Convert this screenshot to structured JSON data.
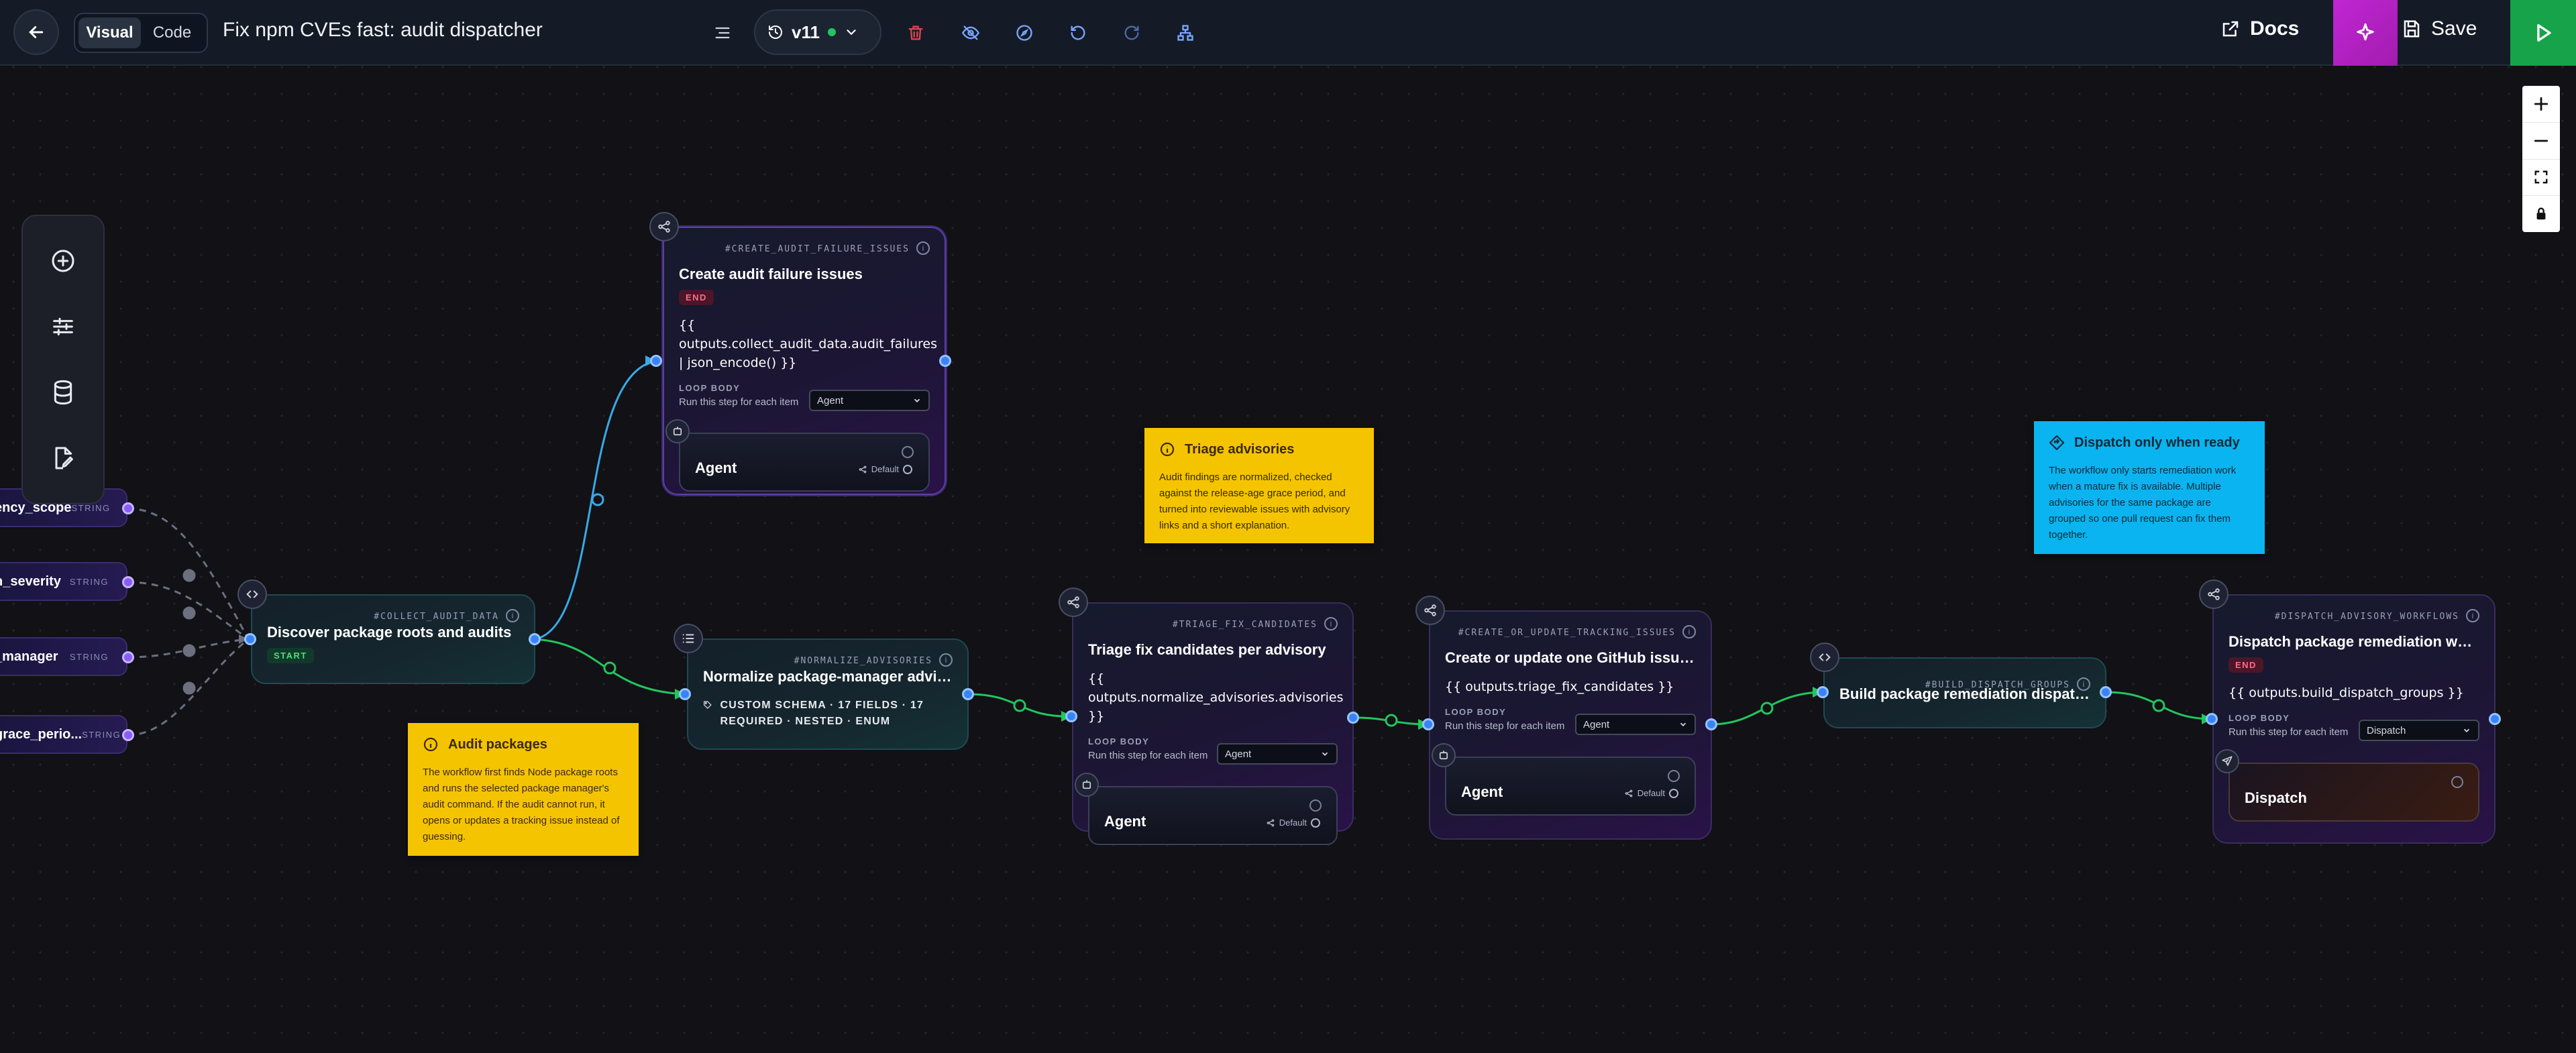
{
  "header": {
    "title": "Fix npm CVEs fast: audit dispatcher",
    "mode_visual": "Visual",
    "mode_code": "Code",
    "version": "v11",
    "docs_label": "Docs",
    "save_label": "Save"
  },
  "colors": {
    "accent_magenta": "#c026d3",
    "run_green": "#16a34a",
    "edge_green": "#22c55e",
    "edge_blue": "#38a9e6",
    "note_yellow": "#f5c400",
    "note_blue": "#0ab4f0"
  },
  "palette": [
    "plus-circle-icon",
    "sliders-icon",
    "database-icon",
    "file-edit-icon"
  ],
  "inputs": [
    {
      "name": "ency_scope",
      "type": "STRING"
    },
    {
      "name": "n_severity",
      "type": "STRING"
    },
    {
      "name": "_manager",
      "type": "STRING"
    },
    {
      "name": "grace_perio...",
      "type": "STRING"
    }
  ],
  "nodes": {
    "collect": {
      "id": "#COLLECT_AUDIT_DATA",
      "title": "Discover package roots and audits",
      "badge": "START"
    },
    "failure": {
      "id": "#CREATE_AUDIT_FAILURE_ISSUES",
      "title": "Create audit failure issues",
      "badge": "END",
      "expr": "{{ outputs.collect_audit_data.audit_failures | json_encode() }}",
      "loop_title": "LOOP BODY",
      "loop_desc": "Run this step for each item",
      "select": "Agent",
      "sub_name": "Agent",
      "sub_default": "Default"
    },
    "normalize": {
      "id": "#NORMALIZE_ADVISORIES",
      "title": "Normalize package-manager advisories",
      "schema": "CUSTOM SCHEMA · 17 FIELDS · 17 REQUIRED · NESTED · ENUM"
    },
    "triage": {
      "id": "#TRIAGE_FIX_CANDIDATES",
      "title": "Triage fix candidates per advisory",
      "expr": "{{ outputs.normalize_advisories.advisories }}",
      "loop_title": "LOOP BODY",
      "loop_desc": "Run this step for each item",
      "select": "Agent",
      "sub_name": "Agent",
      "sub_default": "Default"
    },
    "tracking": {
      "id": "#CREATE_OR_UPDATE_TRACKING_ISSUES",
      "title": "Create or update one GitHub issue per a...",
      "expr": "{{ outputs.triage_fix_candidates }}",
      "loop_title": "LOOP BODY",
      "loop_desc": "Run this step for each item",
      "select": "Agent",
      "sub_name": "Agent",
      "sub_default": "Default"
    },
    "groups": {
      "id": "#BUILD_DISPATCH_GROUPS",
      "title": "Build package remediation dispatch list"
    },
    "dispatch": {
      "id": "#DISPATCH_ADVISORY_WORKFLOWS",
      "title": "Dispatch package remediation workflows",
      "badge": "END",
      "expr": "{{ outputs.build_dispatch_groups }}",
      "loop_title": "LOOP BODY",
      "loop_desc": "Run this step for each item",
      "select": "Dispatch",
      "sub_name": "Dispatch"
    }
  },
  "notes": {
    "triage": {
      "title": "Triage advisories",
      "body": "Audit findings are normalized, checked against the release-age grace period, and turned into reviewable issues with advisory links and a short explanation."
    },
    "audit": {
      "title": "Audit packages",
      "body": "The workflow first finds Node package roots and runs the selected package manager's audit command. If the audit cannot run, it opens or updates a tracking issue instead of guessing."
    },
    "dispatch": {
      "title": "Dispatch only when ready",
      "body": "The workflow only starts remediation work when a mature fix is available. Multiple advisories for the same package are grouped so one pull request can fix them together."
    }
  }
}
